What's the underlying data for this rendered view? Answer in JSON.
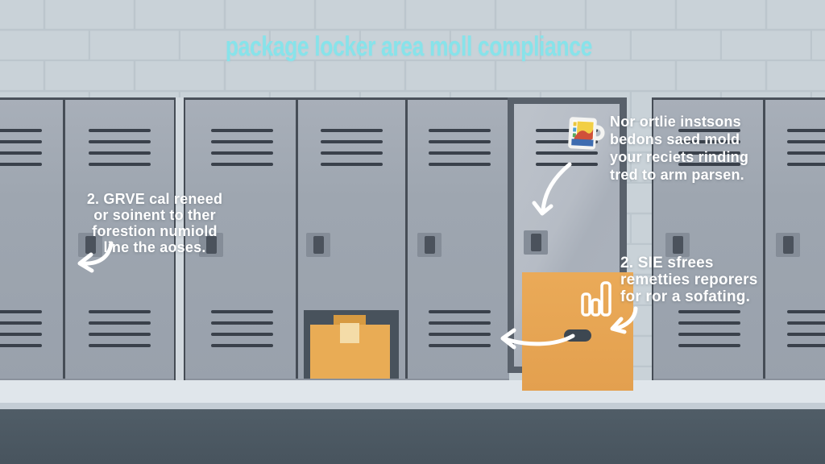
{
  "title": "package locker area moll compliance",
  "annotations": {
    "left": {
      "lines": [
        "2. GRVE cal reneed",
        "or soinent to ther",
        "forestion numiold",
        "line the aoses."
      ]
    },
    "top_right": {
      "lines": [
        "Nor ortlie instsons",
        "bedons saed mold",
        "your reciets rinding",
        "tred to arm parsen."
      ]
    },
    "bottom_right": {
      "lines": [
        "2. SIE sfrees",
        "remetties reporers",
        "for ror a sofating."
      ]
    }
  },
  "icons": {
    "mug_sticker": "mug-with-sticker-icon",
    "bar_chart": "bar-chart-icon",
    "arrow_left_text": "curved-arrow-down-left-icon",
    "arrow_from_mug": "curved-arrow-down-icon",
    "arrow_to_handle": "curved-arrow-left-icon",
    "arrow_from_br_text": "curved-arrow-down-left-icon"
  },
  "colors": {
    "wall": "#c9d2d8",
    "brick_line": "#bac4cb",
    "title": "#87e3ea",
    "locker_door": "#9ea6b0",
    "vent_slat": "#3a414b",
    "divider": "#464d56",
    "open_door_frame": "#59616b",
    "open_door_panel": "#b2b8c2",
    "orange_door": "#e7a755",
    "package": "#e9ac55",
    "package_flap": "#d79a41",
    "package_label": "#f4dca8",
    "compartment": "#48525c",
    "floor_light": "#e0e6eb",
    "floor_dark": "#4d5a64",
    "annotation_text": "#ffffff"
  }
}
